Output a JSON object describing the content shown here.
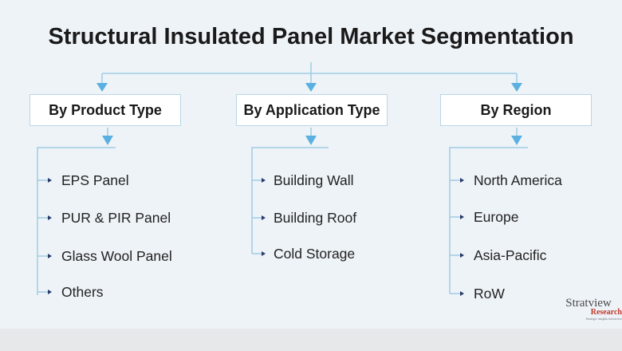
{
  "title": "Structural Insulated Panel Market Segmentation",
  "segments": [
    {
      "label": "By Product Type",
      "items": [
        "EPS Panel",
        "PUR & PIR Panel",
        "Glass Wool Panel",
        "Others"
      ]
    },
    {
      "label": "By Application Type",
      "items": [
        "Building Wall",
        "Building Roof",
        "Cold Storage"
      ]
    },
    {
      "label": "By Region",
      "items": [
        "North America",
        "Europe",
        "Asia-Pacific",
        "RoW"
      ]
    }
  ],
  "logo": {
    "name": "Stratview",
    "sub": "Research",
    "tagline": "Strategic insights interactive"
  },
  "colors": {
    "connector": "#9fcde3",
    "arrow": "#5ab0e0",
    "bullet": "#2a3a6a"
  }
}
